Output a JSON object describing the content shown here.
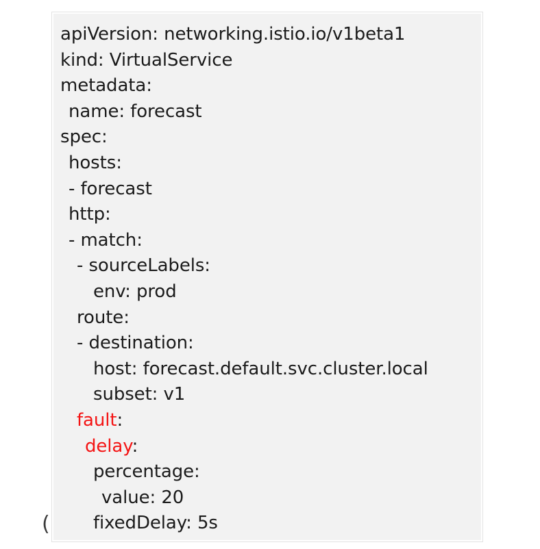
{
  "colors": {
    "page_background": "#ffffff",
    "panel_background": "#f2f2f2",
    "panel_border": "#e2e2e2",
    "text": "#1a1a1a",
    "highlight_key": "#f41414"
  },
  "left_bleed": {
    "glyph": "("
  },
  "panel": {
    "label": "yaml-code-block",
    "language": "yaml",
    "lines": [
      {
        "indent": 0,
        "dash": "",
        "key": "apiVersion",
        "colon": ":",
        "value": " networking.istio.io/v1beta1",
        "highlight": false
      },
      {
        "indent": 0,
        "dash": "",
        "key": "kind",
        "colon": ":",
        "value": " VirtualService",
        "highlight": false
      },
      {
        "indent": 0,
        "dash": "",
        "key": "metadata",
        "colon": ":",
        "value": "",
        "highlight": false
      },
      {
        "indent": 1,
        "dash": "",
        "key": "name",
        "colon": ":",
        "value": " forecast",
        "highlight": false
      },
      {
        "indent": 0,
        "dash": "",
        "key": "spec",
        "colon": ":",
        "value": "",
        "highlight": false
      },
      {
        "indent": 1,
        "dash": "",
        "key": "hosts",
        "colon": ":",
        "value": "",
        "highlight": false
      },
      {
        "indent": 1,
        "dash": "- ",
        "key": "forecast",
        "colon": "",
        "value": "",
        "highlight": false
      },
      {
        "indent": 1,
        "dash": "",
        "key": "http",
        "colon": ":",
        "value": "",
        "highlight": false
      },
      {
        "indent": 1,
        "dash": "- ",
        "key": "match",
        "colon": ":",
        "value": "",
        "highlight": false
      },
      {
        "indent": 2,
        "dash": "- ",
        "key": "sourceLabels",
        "colon": ":",
        "value": "",
        "highlight": false
      },
      {
        "indent": 4,
        "dash": "",
        "key": "env",
        "colon": ":",
        "value": " prod",
        "highlight": false
      },
      {
        "indent": 2,
        "dash": "",
        "key": "route",
        "colon": ":",
        "value": "",
        "highlight": false
      },
      {
        "indent": 2,
        "dash": "- ",
        "key": "destination",
        "colon": ":",
        "value": "",
        "highlight": false
      },
      {
        "indent": 4,
        "dash": "",
        "key": "host",
        "colon": ":",
        "value": " forecast.default.svc.cluster.local",
        "highlight": false
      },
      {
        "indent": 4,
        "dash": "",
        "key": "subset",
        "colon": ":",
        "value": " v1",
        "highlight": false
      },
      {
        "indent": 2,
        "dash": "",
        "key": "fault",
        "colon": ":",
        "value": "",
        "highlight": true
      },
      {
        "indent": 3,
        "dash": "",
        "key": "delay",
        "colon": ":",
        "value": "",
        "highlight": true
      },
      {
        "indent": 4,
        "dash": "",
        "key": "percentage",
        "colon": ":",
        "value": "",
        "highlight": false
      },
      {
        "indent": 5,
        "dash": "",
        "key": "value",
        "colon": ":",
        "value": " 20",
        "highlight": false
      },
      {
        "indent": 4,
        "dash": "",
        "key": "fixedDelay",
        "colon": ":",
        "value": " 5s",
        "highlight": false
      }
    ]
  }
}
